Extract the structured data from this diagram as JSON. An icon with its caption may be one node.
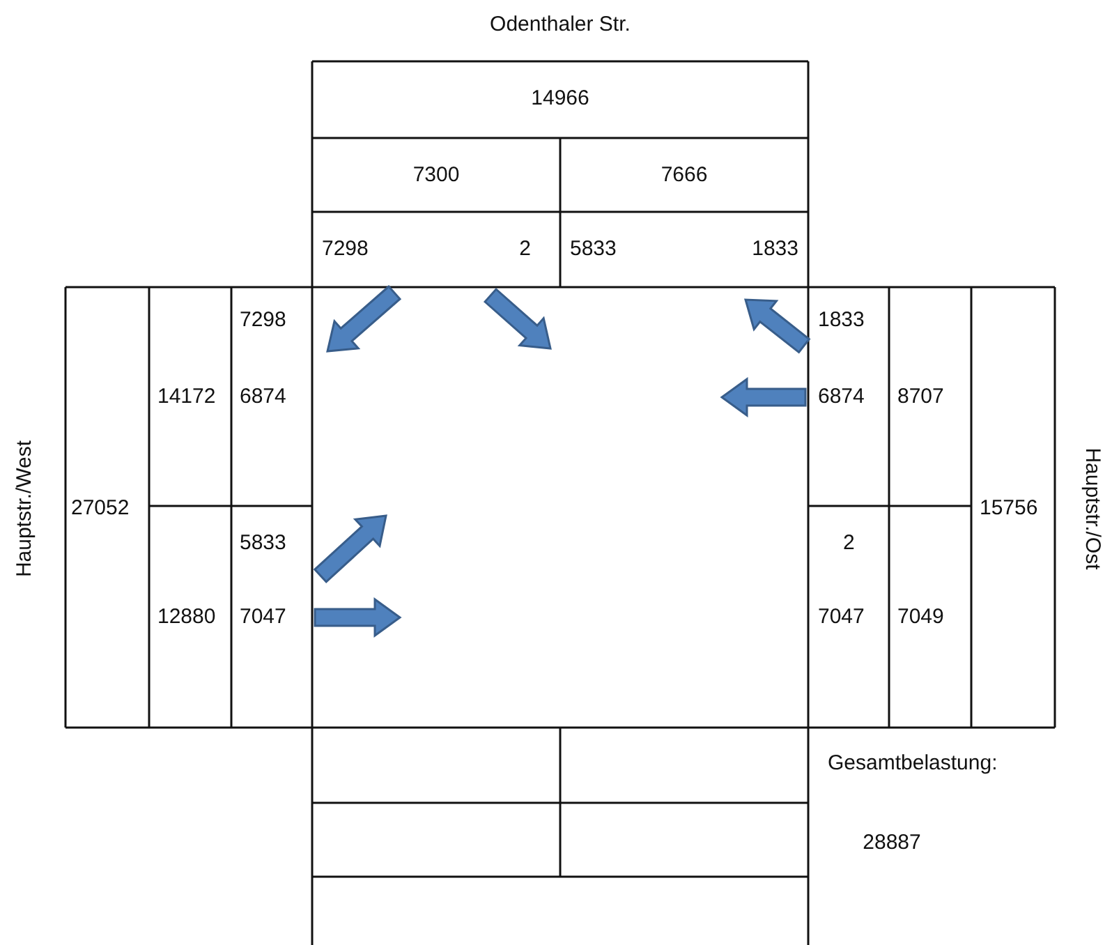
{
  "diagram": {
    "labels": [
      "Odenthaler Str.",
      "14966",
      "7300",
      "7666",
      "7298",
      "2",
      "5833",
      "1833",
      "7298",
      "1833",
      "14172",
      "6874",
      "6874",
      "8707",
      "Hauptstr./West",
      "27052",
      "15756",
      "Hauptstr./Ost",
      "5833",
      "2",
      "12880",
      "7047",
      "7047",
      "7049",
      "Gesamtbelastung:",
      "28887"
    ]
  }
}
